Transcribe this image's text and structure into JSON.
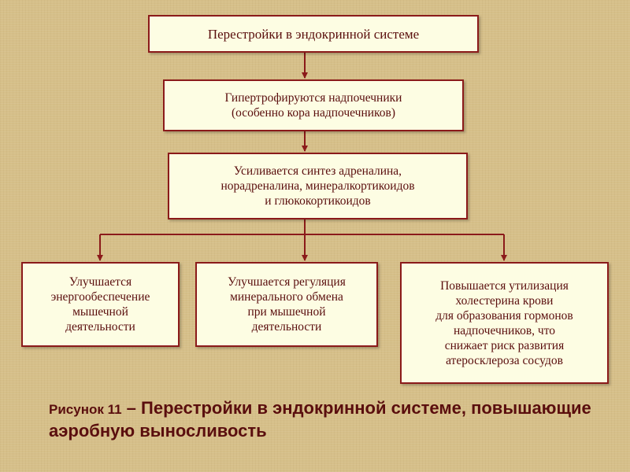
{
  "diagram": {
    "root": "Перестройки в эндокринной системе",
    "level2": "Гипертрофируются надпочечники\n(особенно кора надпочечников)",
    "level3": "Усиливается синтез адреналина,\nнорадреналина, минералкортикоидов\nи глюкокортикоидов",
    "effects": [
      "Улучшается\nэнергообеспечение\nмышечной\nдеятельности",
      "Улучшается регуляция\nминерального обмена\nпри мышечной\nдеятельности",
      "Повышается утилизация\nхолестерина крови\nдля образования гормонов\nнадпочечников, что\nснижает риск развития\nатеросклероза сосудов"
    ]
  },
  "caption": {
    "label": "Рисунок 11",
    "dash": " – ",
    "text": "Перестройки в эндокринной системе, повышающие аэробную выносливость"
  },
  "colors": {
    "box_fill": "#fdfde3",
    "box_border": "#8b1a1a",
    "text": "#5a0e0e",
    "background": "#d6bf89"
  }
}
